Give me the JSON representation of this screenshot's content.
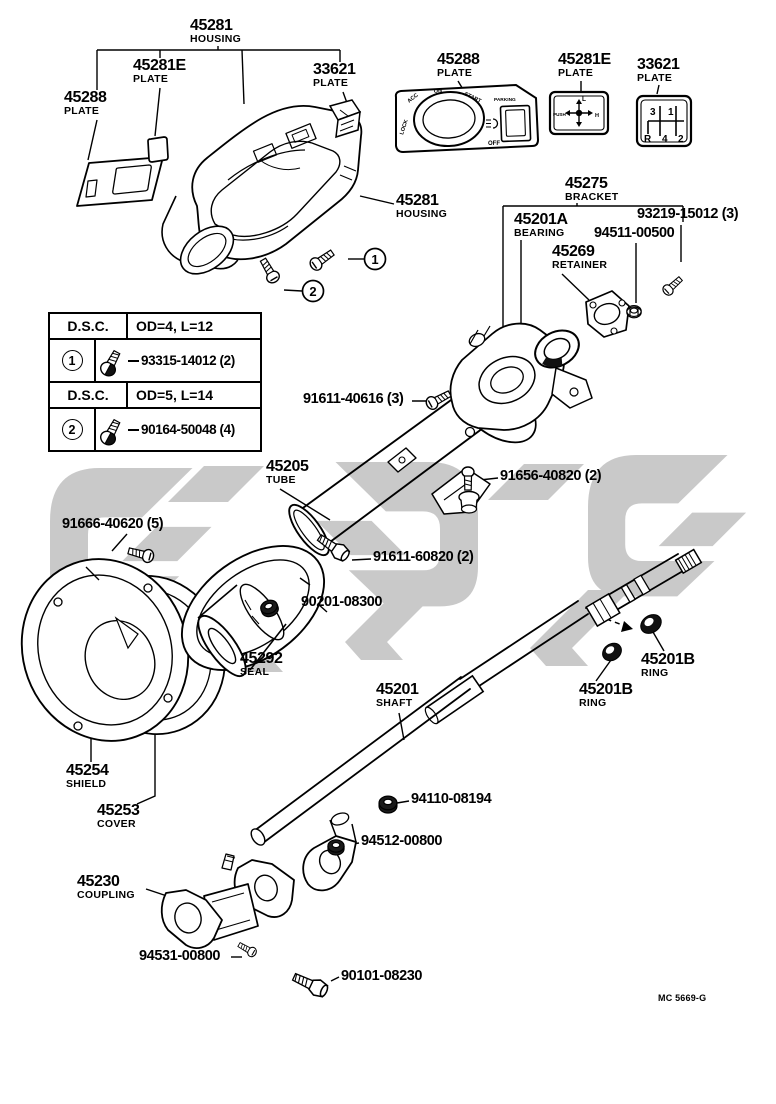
{
  "doc_code": "MC 5669-G",
  "colors": {
    "line": "#000000",
    "watermark": "#c9c9c9"
  },
  "callouts": {
    "one": "1",
    "two": "2"
  },
  "labels": {
    "housing_top": {
      "num": "45281",
      "sub": "HOUSING"
    },
    "plate_e_left": {
      "num": "45281E",
      "sub": "PLATE"
    },
    "plate_88_left": {
      "num": "45288",
      "sub": "PLATE"
    },
    "plate_33_left": {
      "num": "33621",
      "sub": "PLATE"
    },
    "plate_88_top": {
      "num": "45288",
      "sub": "PLATE"
    },
    "plate_e_top": {
      "num": "45281E",
      "sub": "PLATE"
    },
    "plate_33_top": {
      "num": "33621",
      "sub": "PLATE"
    },
    "housing_right": {
      "num": "45281",
      "sub": "HOUSING"
    },
    "bracket": {
      "num": "45275",
      "sub": "BRACKET"
    },
    "bearing": {
      "num": "45201A",
      "sub": "BEARING"
    },
    "screw_93219": {
      "num": "93219-15012 (3)"
    },
    "nut_94511": {
      "num": "94511-00500"
    },
    "retainer": {
      "num": "45269",
      "sub": "RETAINER"
    },
    "bolt_91611_40616": {
      "num": "91611-40616 (3)"
    },
    "bolt_91656": {
      "num": "91656-40820 (2)"
    },
    "tube": {
      "num": "45205",
      "sub": "TUBE"
    },
    "screw_91666": {
      "num": "91666-40620 (5)"
    },
    "bolt_91611_60820": {
      "num": "91611-60820 (2)"
    },
    "nut_90201": {
      "num": "90201-08300"
    },
    "seal": {
      "num": "45292",
      "sub": "SEAL"
    },
    "shaft": {
      "num": "45201",
      "sub": "SHAFT"
    },
    "ring_upper": {
      "num": "45201B",
      "sub": "RING"
    },
    "ring_lower": {
      "num": "45201B",
      "sub": "RING"
    },
    "shield": {
      "num": "45254",
      "sub": "SHIELD"
    },
    "cover": {
      "num": "45253",
      "sub": "COVER"
    },
    "coupling": {
      "num": "45230",
      "sub": "COUPLING"
    },
    "nut_94110": {
      "num": "94110-08194"
    },
    "nut_94512": {
      "num": "94512-00800"
    },
    "screw_94531": {
      "num": "94531-00800"
    },
    "bolt_90101": {
      "num": "90101-08230"
    }
  },
  "table": {
    "rows": [
      {
        "dsc": "D.S.C.",
        "spec": "OD=4, L=12",
        "badge": "1",
        "part": "93315-14012 (2)"
      },
      {
        "dsc": "D.S.C.",
        "spec": "OD=5, L=14",
        "badge": "2",
        "part": "90164-50048 (4)"
      }
    ]
  },
  "ignition_plate": {
    "lock": "LOCK",
    "acc": "ACC",
    "on": "ON",
    "start": "START",
    "parking": "PARKING",
    "off": "OFF"
  },
  "adjust_plate": {
    "top": "L",
    "left": "PUSH",
    "right": "H"
  },
  "shift_plate": {
    "d1": "3",
    "d2": "1",
    "d3": "R",
    "d4": "4",
    "d5": "2"
  }
}
